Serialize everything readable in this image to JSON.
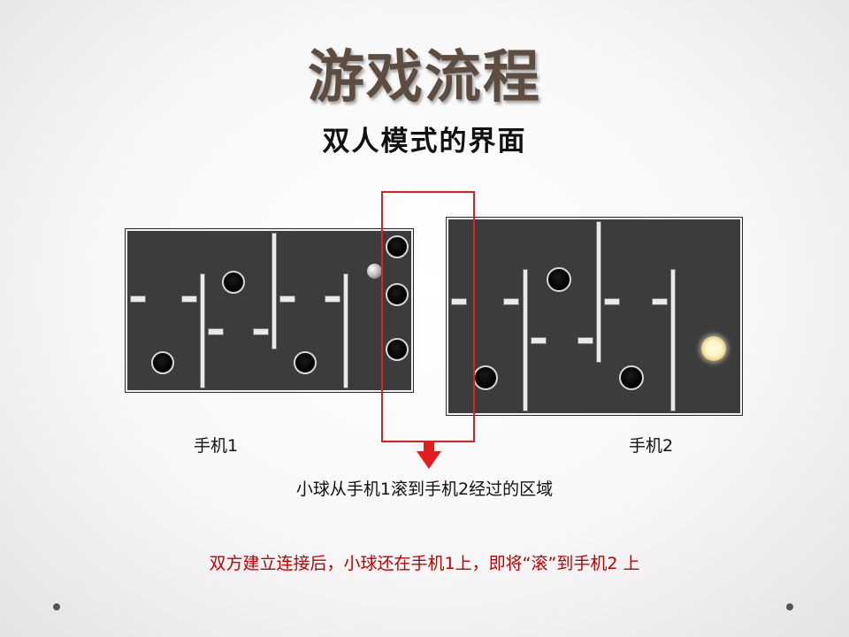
{
  "title": "游戏流程",
  "subtitle": "双人模式的界面",
  "phone1_label": "手机1",
  "phone2_label": "手机2",
  "region_caption": "小球从手机1滚到手机2经过的区域",
  "bottom_note": "双方建立连接后，小球还在手机1上，即将“滚”到手机2 上",
  "colors": {
    "title": "#5d4d40",
    "board_bg": "#3c3c3c",
    "highlight": "#e02020",
    "note": "#c00000"
  }
}
